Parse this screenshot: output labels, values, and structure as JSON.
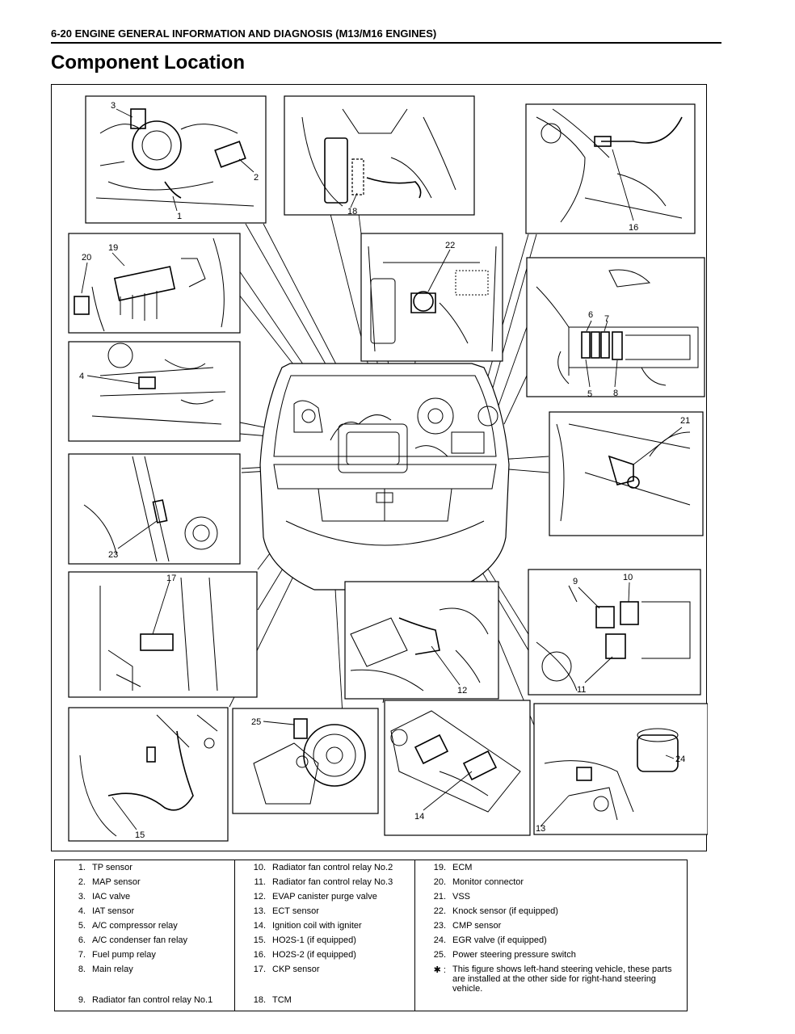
{
  "header": {
    "text": "6-20 ENGINE GENERAL INFORMATION AND DIAGNOSIS (M13/M16 ENGINES)"
  },
  "title": "Component Location",
  "figure": {
    "callouts": [
      "1",
      "2",
      "3",
      "4",
      "5",
      "6",
      "7",
      "8",
      "9",
      "10",
      "11",
      "12",
      "13",
      "14",
      "15",
      "16",
      "17",
      "18",
      "19",
      "20",
      "21",
      "22",
      "23",
      "24",
      "25"
    ]
  },
  "legend": {
    "col1": [
      {
        "num": "1.",
        "text": "TP sensor"
      },
      {
        "num": "2.",
        "text": "MAP sensor"
      },
      {
        "num": "3.",
        "text": "IAC valve"
      },
      {
        "num": "4.",
        "text": "IAT sensor"
      },
      {
        "num": "5.",
        "text": "A/C compressor relay"
      },
      {
        "num": "6.",
        "text": "A/C condenser fan relay"
      },
      {
        "num": "7.",
        "text": "Fuel pump relay"
      },
      {
        "num": "8.",
        "text": "Main relay"
      },
      {
        "num": "9.",
        "text": "Radiator fan control relay No.1"
      }
    ],
    "col2": [
      {
        "num": "10.",
        "text": "Radiator fan control relay No.2"
      },
      {
        "num": "11.",
        "text": "Radiator fan control relay No.3"
      },
      {
        "num": "12.",
        "text": "EVAP canister purge valve"
      },
      {
        "num": "13.",
        "text": "ECT sensor"
      },
      {
        "num": "14.",
        "text": "Ignition coil with igniter"
      },
      {
        "num": "15.",
        "text": "HO2S-1 (if equipped)"
      },
      {
        "num": "16.",
        "text": "HO2S-2 (if equipped)"
      },
      {
        "num": "17.",
        "text": "CKP sensor"
      },
      {
        "num": "18.",
        "text": "TCM"
      }
    ],
    "col3": [
      {
        "num": "19.",
        "text": "ECM"
      },
      {
        "num": "20.",
        "text": "Monitor connector"
      },
      {
        "num": "21.",
        "text": "VSS"
      },
      {
        "num": "22.",
        "text": "Knock sensor (if equipped)"
      },
      {
        "num": "23.",
        "text": "CMP sensor"
      },
      {
        "num": "24.",
        "text": "EGR valve (if equipped)"
      },
      {
        "num": "25.",
        "text": "Power steering pressure switch"
      },
      {
        "num": "✱ :",
        "text": "This figure shows left-hand steering vehicle, these parts are installed at the other side for right-hand steering vehicle."
      },
      {
        "num": "",
        "text": ""
      }
    ]
  }
}
